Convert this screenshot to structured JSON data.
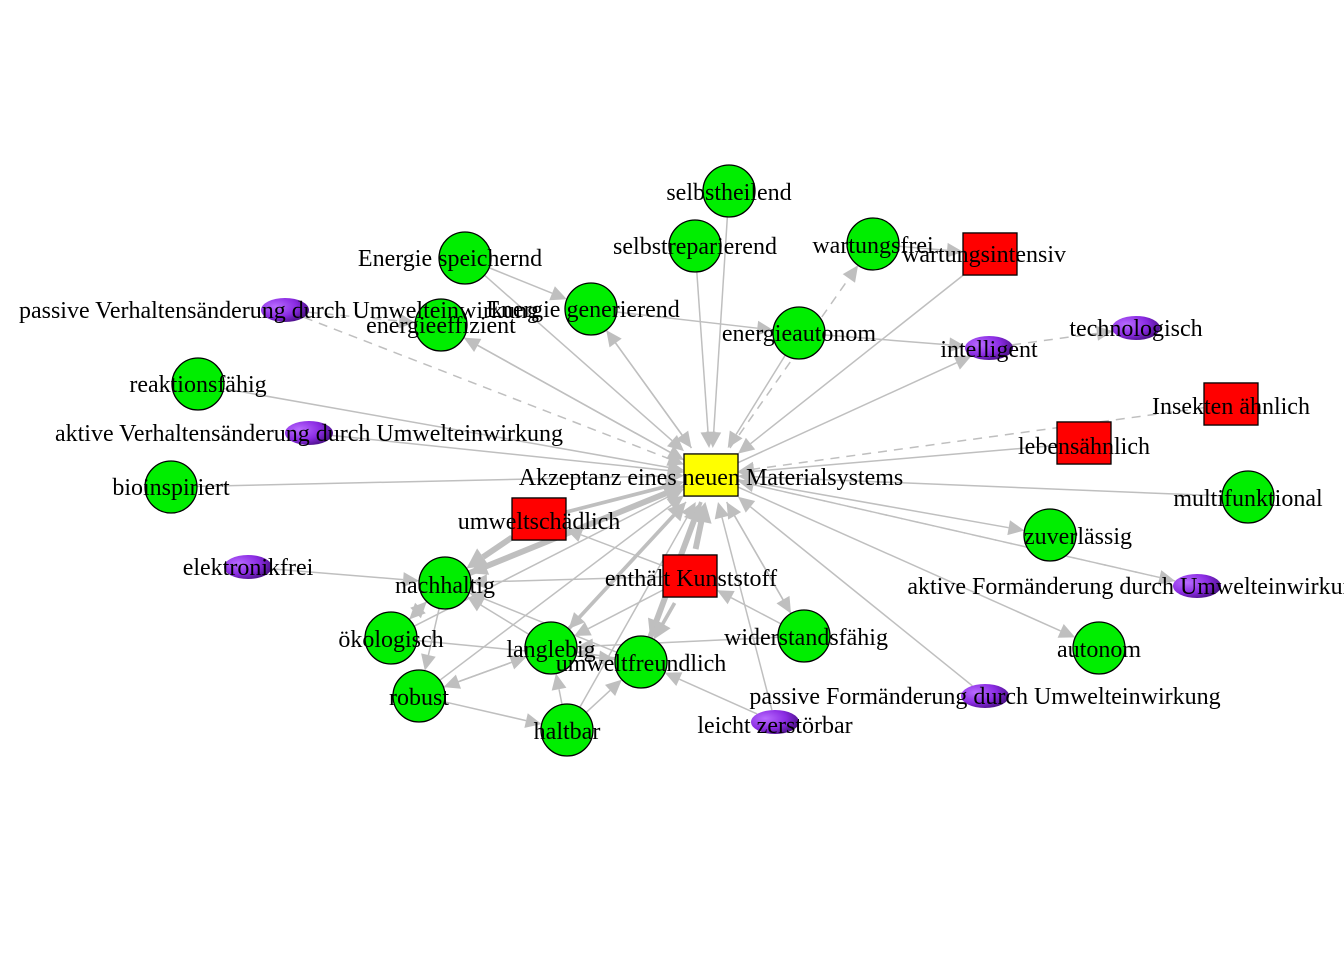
{
  "colors": {
    "background": "#ffffff",
    "edge": "#bfbfbf",
    "circle_fill": "#00ee00",
    "square_red": "#ff0000",
    "square_yellow": "#ffff00",
    "ellipse_light": "#a040ff",
    "ellipse_dark": "#5a0f9e",
    "outline": "#000000"
  },
  "nodes": [
    {
      "id": "center",
      "label": "Akzeptanz eines neuen Materialsystems",
      "shape": "square",
      "color": "yellow"
    },
    {
      "id": "selbstheilend",
      "label": "selbstheilend",
      "shape": "circle"
    },
    {
      "id": "selbstreparierend",
      "label": "selbstreparierend",
      "shape": "circle"
    },
    {
      "id": "wartungsfrei",
      "label": "wartungsfrei",
      "shape": "circle"
    },
    {
      "id": "wartungsintensiv",
      "label": "wartungsintensiv",
      "shape": "square",
      "color": "red"
    },
    {
      "id": "energiespeichernd",
      "label": "Energie speichernd",
      "shape": "circle"
    },
    {
      "id": "energiegenerierend",
      "label": "Energie generierend",
      "shape": "circle"
    },
    {
      "id": "energieeffizient",
      "label": "energieeffizient",
      "shape": "circle"
    },
    {
      "id": "passiveverhalten",
      "label": "passive Verhaltensänderung durch Umwelteinwirkung",
      "shape": "ellipse"
    },
    {
      "id": "energieautonom",
      "label": "energieautonom",
      "shape": "circle"
    },
    {
      "id": "intelligent",
      "label": "intelligent",
      "shape": "ellipse"
    },
    {
      "id": "technologisch",
      "label": "technologisch",
      "shape": "ellipse"
    },
    {
      "id": "reaktionsfaehig",
      "label": "reaktionsfähig",
      "shape": "circle"
    },
    {
      "id": "insektenaehnlich",
      "label": "Insekten ähnlich",
      "shape": "square",
      "color": "red"
    },
    {
      "id": "lebensaehnlich",
      "label": "lebensähnlich",
      "shape": "square",
      "color": "red"
    },
    {
      "id": "aktiveverhalten",
      "label": "aktive Verhaltensänderung durch Umwelteinwirkung",
      "shape": "ellipse"
    },
    {
      "id": "bioinspiriert",
      "label": "bioinspiriert",
      "shape": "circle"
    },
    {
      "id": "multifunktional",
      "label": "multifunktional",
      "shape": "circle"
    },
    {
      "id": "umweltschaedlich",
      "label": "umweltschädlich",
      "shape": "square",
      "color": "red"
    },
    {
      "id": "zuverlaessig",
      "label": "zuverlässig",
      "shape": "circle"
    },
    {
      "id": "elektronikfrei",
      "label": "elektronikfrei",
      "shape": "ellipse"
    },
    {
      "id": "nachhaltig",
      "label": "nachhaltig",
      "shape": "circle"
    },
    {
      "id": "kunststoff",
      "label": "enthält Kunststoff",
      "shape": "square",
      "color": "red"
    },
    {
      "id": "aktiveform",
      "label": "aktive Formänderung durch Umwelteinwirkung",
      "shape": "ellipse"
    },
    {
      "id": "oekologisch",
      "label": "ökologisch",
      "shape": "circle"
    },
    {
      "id": "langlebig",
      "label": "langlebig",
      "shape": "circle"
    },
    {
      "id": "widerstandsfaehig",
      "label": "widerstandsfähig",
      "shape": "circle"
    },
    {
      "id": "autonom",
      "label": "autonom",
      "shape": "circle"
    },
    {
      "id": "umweltfreundlich",
      "label": "umweltfreundlich",
      "shape": "circle"
    },
    {
      "id": "robust",
      "label": "robust",
      "shape": "circle"
    },
    {
      "id": "passiveform",
      "label": "passive Formänderung durch Umwelteinwirkung",
      "shape": "ellipse"
    },
    {
      "id": "leichtzerstoerbar",
      "label": "leicht zerstörbar",
      "shape": "ellipse"
    },
    {
      "id": "haltbar",
      "label": "haltbar",
      "shape": "circle"
    }
  ],
  "edges": [
    {
      "from": "selbstheilend",
      "to": "center",
      "weight": 1
    },
    {
      "from": "selbstreparierend",
      "to": "center",
      "weight": 1
    },
    {
      "from": "energiespeichernd",
      "to": "center",
      "weight": 1
    },
    {
      "from": "energiegenerierend",
      "to": "center",
      "weight": 1
    },
    {
      "from": "energieeffizient",
      "to": "center",
      "weight": 1
    },
    {
      "from": "energieautonom",
      "to": "center",
      "weight": 1
    },
    {
      "from": "reaktionsfaehig",
      "to": "center",
      "weight": 1
    },
    {
      "from": "bioinspiriert",
      "to": "center",
      "weight": 1
    },
    {
      "from": "multifunktional",
      "to": "center",
      "weight": 1
    },
    {
      "from": "wartungsintensiv",
      "to": "center",
      "weight": 1
    },
    {
      "from": "lebensaehnlich",
      "to": "center",
      "weight": 1
    },
    {
      "from": "insektenaehnlich",
      "to": "center",
      "weight": 1,
      "dashed": true
    },
    {
      "from": "aktiveverhalten",
      "to": "center",
      "weight": 1
    },
    {
      "from": "passiveverhalten",
      "to": "center",
      "weight": 1,
      "dashed": true
    },
    {
      "from": "passiveform",
      "to": "center",
      "weight": 1
    },
    {
      "from": "leichtzerstoerbar",
      "to": "center",
      "weight": 1
    },
    {
      "from": "aktiveform",
      "to": "center",
      "weight": 1,
      "dashed": true
    },
    {
      "from": "kunststoff",
      "to": "center",
      "weight": 3
    },
    {
      "from": "nachhaltig",
      "to": "center",
      "weight": 3
    },
    {
      "from": "langlebig",
      "to": "center",
      "weight": 2
    },
    {
      "from": "umweltfreundlich",
      "to": "center",
      "weight": 3
    },
    {
      "from": "oekologisch",
      "to": "center",
      "weight": 1
    },
    {
      "from": "robust",
      "to": "center",
      "weight": 1
    },
    {
      "from": "haltbar",
      "to": "center",
      "weight": 1
    },
    {
      "from": "widerstandsfaehig",
      "to": "center",
      "weight": 1
    },
    {
      "from": "umweltschaedlich",
      "to": "center",
      "weight": 2
    },
    {
      "from": "center",
      "to": "energieeffizient",
      "weight": 1
    },
    {
      "from": "center",
      "to": "energiegenerierend",
      "weight": 1
    },
    {
      "from": "center",
      "to": "wartungsfrei",
      "weight": 1,
      "dashed": true
    },
    {
      "from": "center",
      "to": "intelligent",
      "weight": 1
    },
    {
      "from": "center",
      "to": "zuverlaessig",
      "weight": 1
    },
    {
      "from": "center",
      "to": "autonom",
      "weight": 1
    },
    {
      "from": "center",
      "to": "widerstandsfaehig",
      "weight": 1
    },
    {
      "from": "center",
      "to": "umweltfreundlich",
      "weight": 2
    },
    {
      "from": "center",
      "to": "nachhaltig",
      "weight": 2
    },
    {
      "from": "center",
      "to": "langlebig",
      "weight": 1
    },
    {
      "from": "energiespeichernd",
      "to": "energiegenerierend",
      "weight": 1
    },
    {
      "from": "energiegenerierend",
      "to": "energieautonom",
      "weight": 1
    },
    {
      "from": "energieautonom",
      "to": "intelligent",
      "weight": 1
    },
    {
      "from": "intelligent",
      "to": "technologisch",
      "weight": 1,
      "dashed": true
    },
    {
      "from": "wartungsfrei",
      "to": "wartungsintensiv",
      "weight": 1
    },
    {
      "from": "umweltschaedlich",
      "to": "nachhaltig",
      "weight": 3
    },
    {
      "from": "kunststoff",
      "to": "umweltschaedlich",
      "weight": 1
    },
    {
      "from": "kunststoff",
      "to": "nachhaltig",
      "weight": 1
    },
    {
      "from": "kunststoff",
      "to": "umweltfreundlich",
      "weight": 2
    },
    {
      "from": "kunststoff",
      "to": "langlebig",
      "weight": 1
    },
    {
      "from": "elektronikfrei",
      "to": "nachhaltig",
      "weight": 1
    },
    {
      "from": "nachhaltig",
      "to": "oekologisch",
      "weight": 1
    },
    {
      "from": "oekologisch",
      "to": "nachhaltig",
      "weight": 1
    },
    {
      "from": "nachhaltig",
      "to": "robust",
      "weight": 1
    },
    {
      "from": "robust",
      "to": "langlebig",
      "weight": 1
    },
    {
      "from": "robust",
      "to": "haltbar",
      "weight": 1
    },
    {
      "from": "langlebig",
      "to": "nachhaltig",
      "weight": 1
    },
    {
      "from": "langlebig",
      "to": "robust",
      "weight": 1
    },
    {
      "from": "haltbar",
      "to": "langlebig",
      "weight": 1
    },
    {
      "from": "umweltfreundlich",
      "to": "langlebig",
      "weight": 1
    },
    {
      "from": "umweltfreundlich",
      "to": "nachhaltig",
      "weight": 1
    },
    {
      "from": "oekologisch",
      "to": "umweltfreundlich",
      "weight": 1
    },
    {
      "from": "haltbar",
      "to": "umweltfreundlich",
      "weight": 1
    },
    {
      "from": "widerstandsfaehig",
      "to": "langlebig",
      "weight": 1
    },
    {
      "from": "widerstandsfaehig",
      "to": "kunststoff",
      "weight": 1
    },
    {
      "from": "leichtzerstoerbar",
      "to": "umweltfreundlich",
      "weight": 1
    },
    {
      "from": "center",
      "to": "aktiveform",
      "weight": 1,
      "dashed": true
    },
    {
      "from": "passiveverhalten",
      "to": "energieeffizient",
      "weight": 1,
      "dashed": true
    }
  ]
}
